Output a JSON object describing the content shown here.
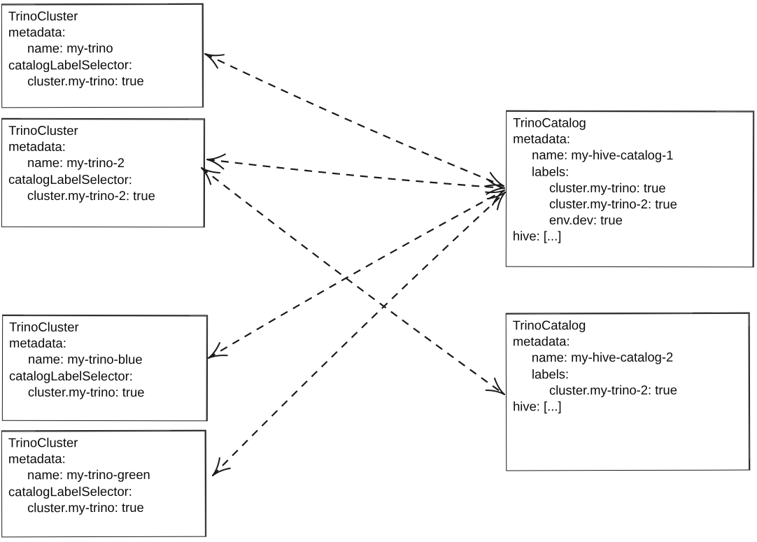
{
  "diagram": {
    "background": "#ffffff",
    "stroke_color": "#1a1a1a",
    "boxes": [
      {
        "id": "trino-cluster-my-trino",
        "kind": "TrinoCluster",
        "lines": [
          {
            "text": "TrinoCluster",
            "indent": 0
          },
          {
            "text": "metadata:",
            "indent": 0
          },
          {
            "text": "name: my-trino",
            "indent": 1
          },
          {
            "text": "catalogLabelSelector:",
            "indent": 0
          },
          {
            "text": "cluster.my-trino: true",
            "indent": 1
          }
        ]
      },
      {
        "id": "trino-cluster-my-trino-2",
        "kind": "TrinoCluster",
        "lines": [
          {
            "text": "TrinoCluster",
            "indent": 0
          },
          {
            "text": "metadata:",
            "indent": 0
          },
          {
            "text": "name: my-trino-2",
            "indent": 1
          },
          {
            "text": "catalogLabelSelector:",
            "indent": 0
          },
          {
            "text": "cluster.my-trino-2: true",
            "indent": 1
          }
        ]
      },
      {
        "id": "trino-cluster-my-trino-blue",
        "kind": "TrinoCluster",
        "lines": [
          {
            "text": "TrinoCluster",
            "indent": 0
          },
          {
            "text": "metadata:",
            "indent": 0
          },
          {
            "text": "name: my-trino-blue",
            "indent": 1
          },
          {
            "text": "catalogLabelSelector:",
            "indent": 0
          },
          {
            "text": "cluster.my-trino: true",
            "indent": 1
          }
        ]
      },
      {
        "id": "trino-cluster-my-trino-green",
        "kind": "TrinoCluster",
        "lines": [
          {
            "text": "TrinoCluster",
            "indent": 0
          },
          {
            "text": "metadata:",
            "indent": 0
          },
          {
            "text": "name: my-trino-green",
            "indent": 1
          },
          {
            "text": "catalogLabelSelector:",
            "indent": 0
          },
          {
            "text": "cluster.my-trino: true",
            "indent": 1
          }
        ]
      },
      {
        "id": "trino-catalog-my-hive-catalog-1",
        "kind": "TrinoCatalog",
        "lines": [
          {
            "text": "TrinoCatalog",
            "indent": 0
          },
          {
            "text": "metadata:",
            "indent": 0
          },
          {
            "text": "name: my-hive-catalog-1",
            "indent": 1
          },
          {
            "text": "labels:",
            "indent": 1
          },
          {
            "text": "cluster.my-trino: true",
            "indent": 2
          },
          {
            "text": "cluster.my-trino-2: true",
            "indent": 2
          },
          {
            "text": "env.dev: true",
            "indent": 2
          },
          {
            "text": "hive: [...]",
            "indent": 0
          }
        ]
      },
      {
        "id": "trino-catalog-my-hive-catalog-2",
        "kind": "TrinoCatalog",
        "lines": [
          {
            "text": "TrinoCatalog",
            "indent": 0
          },
          {
            "text": "metadata:",
            "indent": 0
          },
          {
            "text": "name: my-hive-catalog-2",
            "indent": 1
          },
          {
            "text": "labels:",
            "indent": 1
          },
          {
            "text": "cluster.my-trino-2: true",
            "indent": 2
          },
          {
            "text": "hive: [...]",
            "indent": 0
          }
        ]
      }
    ],
    "arrows": [
      {
        "id": "catalog1-my-trino",
        "between": [
          "my-hive-catalog-1",
          "my-trino"
        ],
        "style": "dashed",
        "heads": "both"
      },
      {
        "id": "catalog1-my-trino-2",
        "between": [
          "my-hive-catalog-1",
          "my-trino-2"
        ],
        "style": "dashed",
        "heads": "both"
      },
      {
        "id": "catalog1-my-trino-blue",
        "between": [
          "my-hive-catalog-1",
          "my-trino-blue"
        ],
        "style": "dashed",
        "heads": "both"
      },
      {
        "id": "catalog1-my-trino-green",
        "between": [
          "my-hive-catalog-1",
          "my-trino-green"
        ],
        "style": "dashed",
        "heads": "both"
      },
      {
        "id": "my-trino-2-catalog2",
        "between": [
          "my-trino-2",
          "my-hive-catalog-2"
        ],
        "style": "dashed",
        "heads": "both"
      }
    ]
  }
}
